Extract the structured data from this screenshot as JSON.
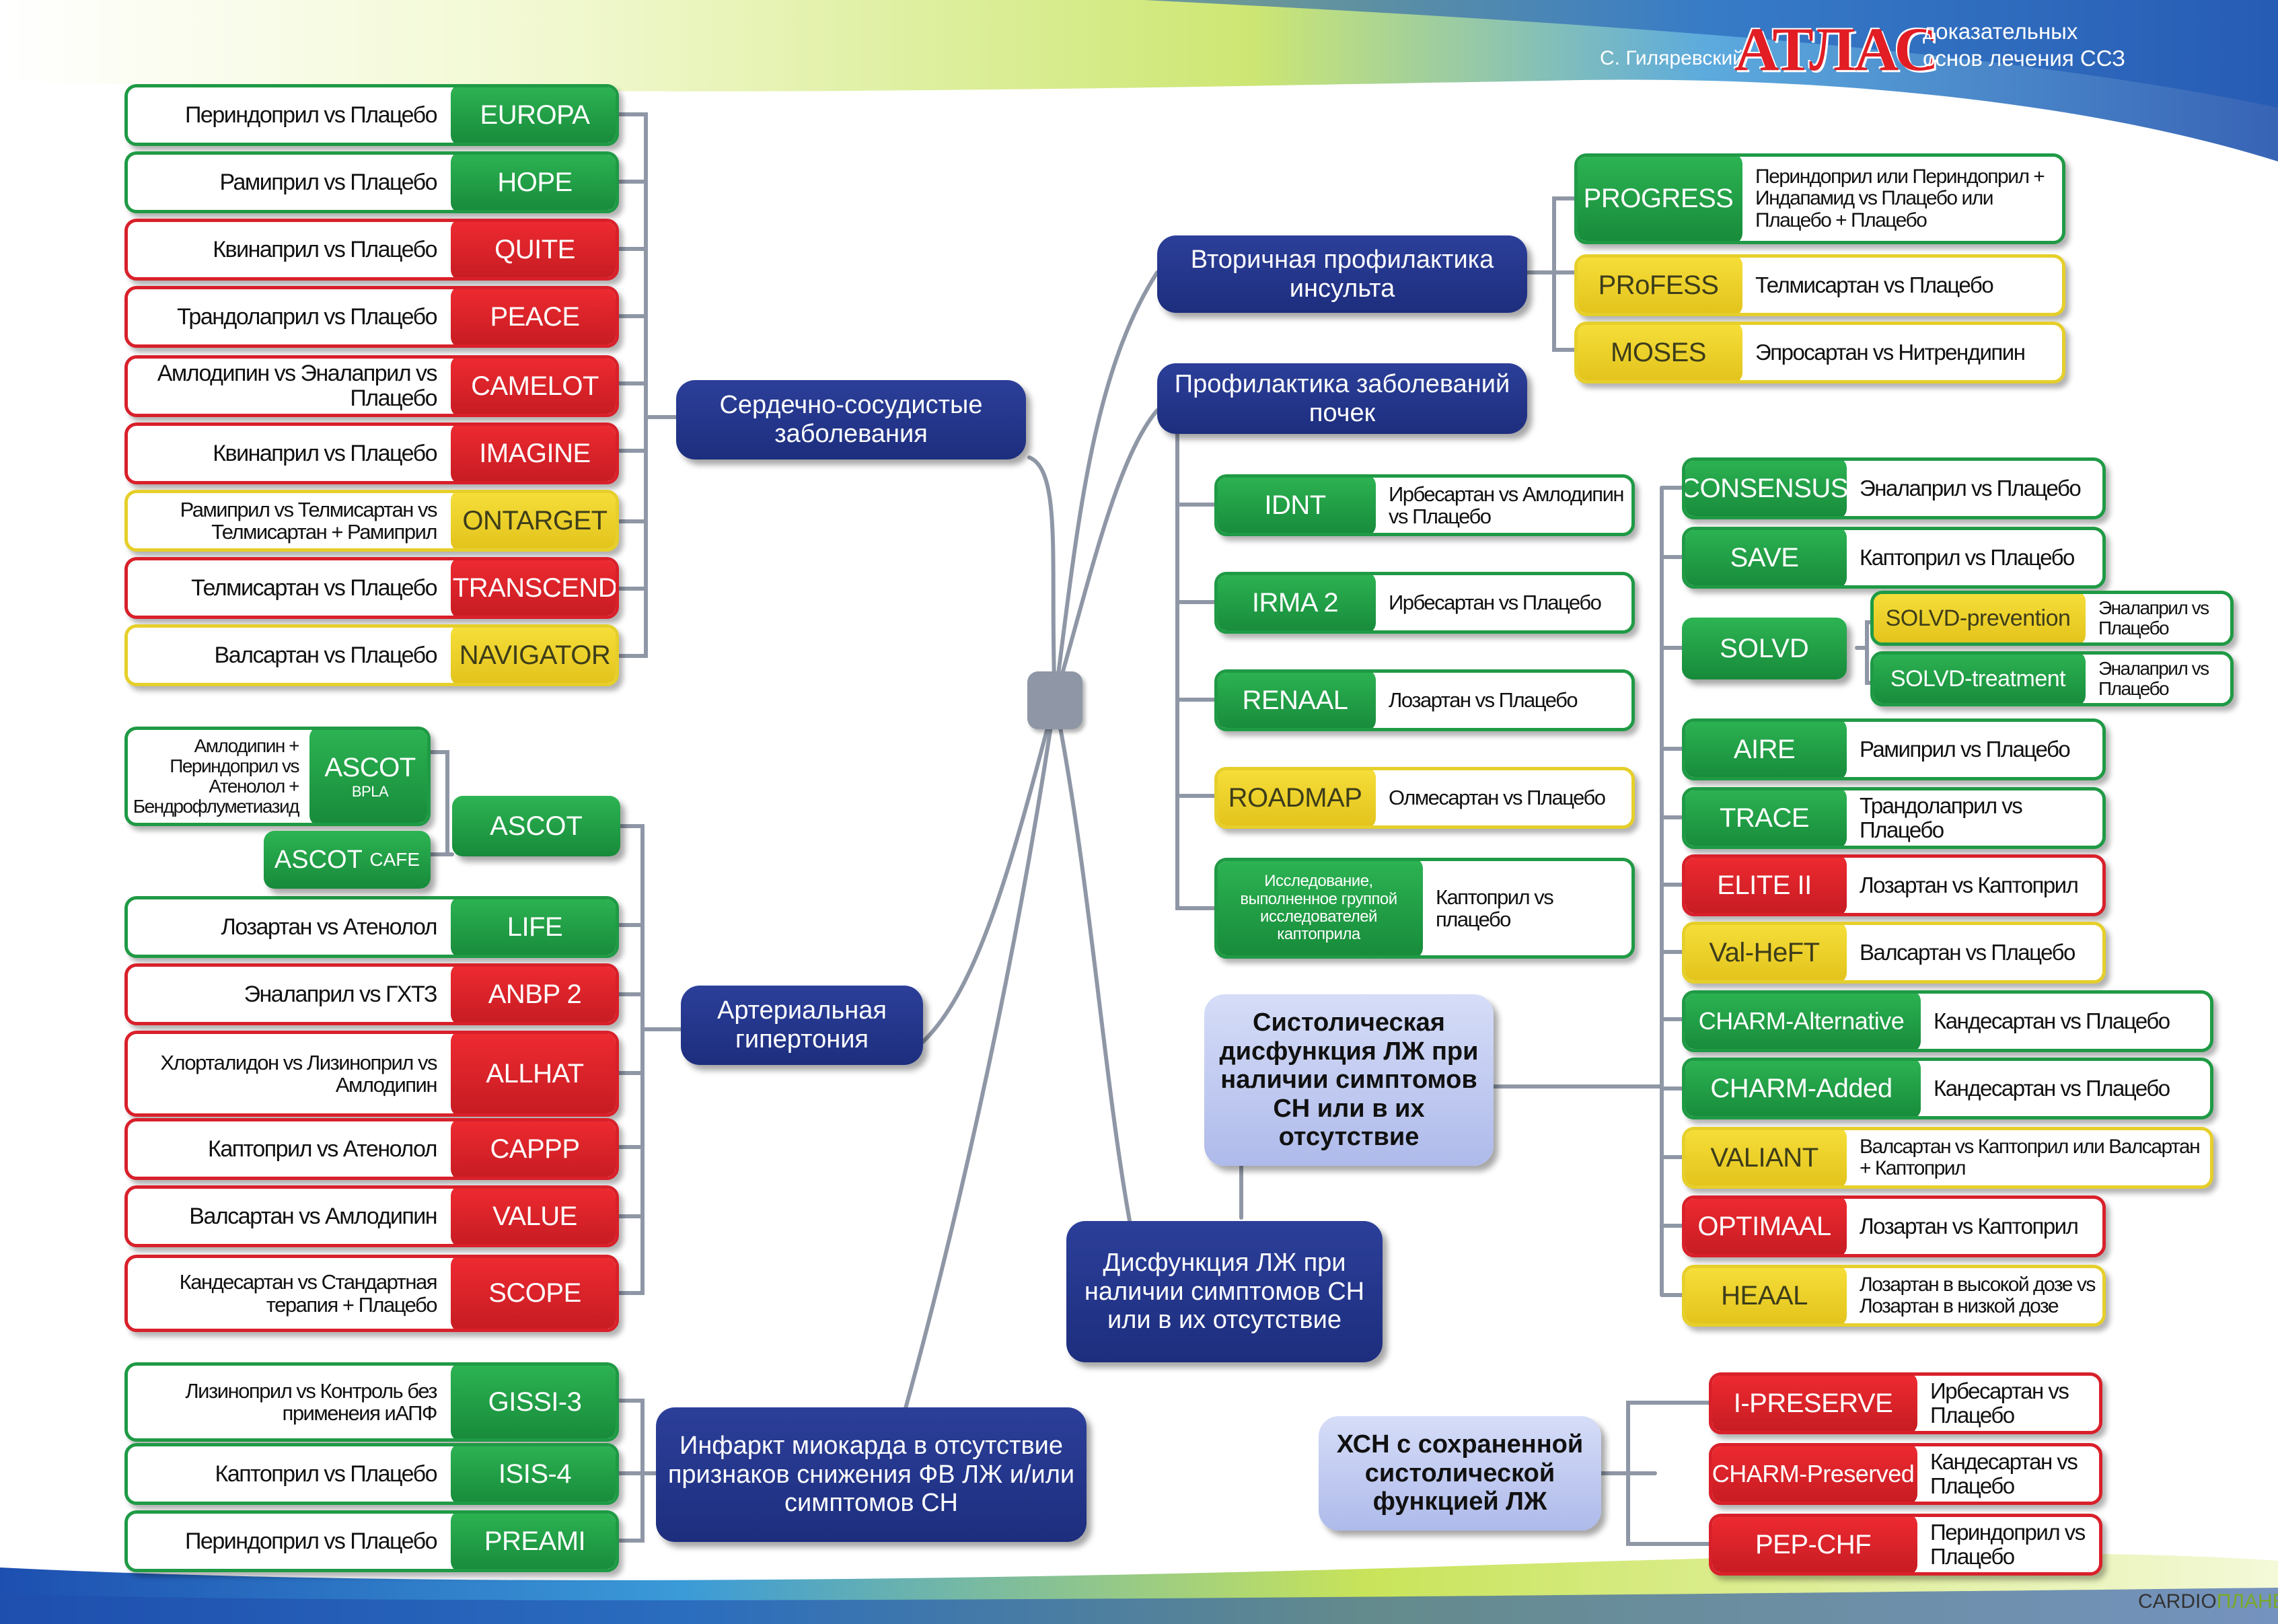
{
  "header": {
    "author": "С. Гиляревский",
    "logo": "АТЛАС",
    "subtitle_line1": "доказательных",
    "subtitle_line2": "основ лечения ССЗ"
  },
  "footer": {
    "brand_a": "CARDIO",
    "brand_b": "ПЛАНЕТА"
  },
  "colors": {
    "green": "#1f9a45",
    "red": "#d9202a",
    "yellow": "#e6cf2a",
    "hub": "#1d2e7e",
    "light_hub": "#b8c3ef",
    "line": "#8f97a6"
  },
  "hubs": {
    "cvd": "Сердечно-сосудистые заболевания",
    "ah": "Артериальная гипертония",
    "mi": "Инфаркт миокарда в отсутствие признаков снижения ФВ ЛЖ и/или симптомов СН",
    "stroke": "Вторичная профилактика инсульта",
    "kidney": "Профилактика заболеваний почек",
    "lvsd": "Систолическая дисфункция ЛЖ при наличии симптомов СН или в их отсутствие",
    "lvd": "Дисфункция ЛЖ при наличии симптомов СН или в их отсутствие",
    "hfpef": "ХСН с сохраненной систолической функцией ЛЖ"
  },
  "cvd_trials": [
    {
      "tag": "EUROPA",
      "text": "Периндоприл vs  Плацебо",
      "color": "g"
    },
    {
      "tag": "HOPE",
      "text": "Рамиприл vs Плацебо",
      "color": "g"
    },
    {
      "tag": "QUITE",
      "text": "Квинаприл vs Плацебо",
      "color": "r"
    },
    {
      "tag": "PEACE",
      "text": "Трандолаприл vs Плацебо",
      "color": "r"
    },
    {
      "tag": "CAMELOT",
      "text": "Амлодипин vs Эналаприл vs Плацебо",
      "color": "r"
    },
    {
      "tag": "IMAGINE",
      "text": "Квинаприл vs Плацебо",
      "color": "r"
    },
    {
      "tag": "ONTARGET",
      "text": "Рамиприл vs Телмисартан vs Телмисартан + Рамиприл",
      "color": "y"
    },
    {
      "tag": "TRANSCEND",
      "text": "Телмисартан vs Плацебо",
      "color": "r"
    },
    {
      "tag": "NAVIGATOR",
      "text": "Валсартан vs Плацебо",
      "color": "y"
    }
  ],
  "ascot": {
    "tag": "ASCOT",
    "bpla_tag": "ASCOT",
    "bpla_sub": "BPLA",
    "bpla_text": "Амлодипин + Периндоприл vs Атенолол + Бендрофлуметиазид",
    "cafe_tag": "ASCOT",
    "cafe_sub": "CAFE"
  },
  "ah_trials": [
    {
      "tag": "LIFE",
      "text": "Лозартан vs Атенолол",
      "color": "g"
    },
    {
      "tag": "ANBP 2",
      "text": "Эналаприл vs  ГХТЗ",
      "color": "r"
    },
    {
      "tag": "ALLHAT",
      "text": "Хлорталидон vs Лизиноприл vs Амлодипин",
      "color": "r"
    },
    {
      "tag": "CAPPP",
      "text": "Каптоприл vs Атенолол",
      "color": "r"
    },
    {
      "tag": "VALUE",
      "text": "Валсартан vs Амлодипин",
      "color": "r"
    },
    {
      "tag": "SCOPE",
      "text": "Кандесартан vs Стандартная терапия + Плацебо",
      "color": "r"
    }
  ],
  "mi_trials": [
    {
      "tag": "GISSI-3",
      "text": "Лизиноприл vs Контроль без применеия иАПФ",
      "color": "g"
    },
    {
      "tag": "ISIS-4",
      "text": "Каптоприл vs Плацебо",
      "color": "g"
    },
    {
      "tag": "PREAMI",
      "text": "Периндоприл vs Плацебо",
      "color": "g"
    }
  ],
  "stroke_trials": [
    {
      "tag": "PROGRESS",
      "text": "Периндоприл или Периндоприл + Индапамид vs Плацебо или Плацебо + Плацебо",
      "color": "g"
    },
    {
      "tag": "PRoFESS",
      "text": "Телмисартан vs Плацебо",
      "color": "y"
    },
    {
      "tag": "MOSES",
      "text": "Эпросартан vs Нитрендипин",
      "color": "y"
    }
  ],
  "kidney_trials": [
    {
      "tag": "IDNT",
      "text": "Ирбесартан vs Амлодипин vs Плацебо",
      "color": "g"
    },
    {
      "tag": "IRMA 2",
      "text": "Ирбесартан vs Плацебо",
      "color": "g"
    },
    {
      "tag": "RENAAL",
      "text": "Лозартан vs Плацебо",
      "color": "g"
    },
    {
      "tag": "ROADMAP",
      "text": "Олмесартан vs Плацебо",
      "color": "y"
    },
    {
      "tag": "Исследование, выполненное группой исследователей каптоприла",
      "text": "Каптоприл vs плацебо",
      "color": "g"
    }
  ],
  "lvsd_trials": [
    {
      "tag": "CONSENSUS",
      "text": "Эналаприл vs Плацебо",
      "color": "g"
    },
    {
      "tag": "SAVE",
      "text": "Каптоприл vs Плацебо",
      "color": "g"
    },
    {
      "tag": "SOLVD",
      "text": "",
      "color": "g"
    },
    {
      "tag": "AIRE",
      "text": "Рамиприл vs Плацебо",
      "color": "g"
    },
    {
      "tag": "TRACE",
      "text": "Трандолаприл vs Плацебо",
      "color": "g"
    },
    {
      "tag": "ELITE II",
      "text": "Лозартан vs Каптоприл",
      "color": "r"
    },
    {
      "tag": "Val-HeFT",
      "text": "Валсартан vs Плацебо",
      "color": "y"
    },
    {
      "tag": "CHARM-Alternative",
      "text": "Кандесартан vs Плацебо",
      "color": "g"
    },
    {
      "tag": "CHARM-Added",
      "text": "Кандесартан vs Плацебо",
      "color": "g"
    },
    {
      "tag": "VALIANT",
      "text": "Валсартан vs Каптоприл или Валсартан + Каптоприл",
      "color": "y"
    },
    {
      "tag": "OPTIMAAL",
      "text": "Лозартан vs Каптоприл",
      "color": "r"
    },
    {
      "tag": "HEAAL",
      "text": "Лозартан в высокой дозе vs Лозартан в низкой дозе",
      "color": "y"
    }
  ],
  "solvd_sub": [
    {
      "tag": "SOLVD-prevention",
      "text": "Эналаприл vs Плацебо",
      "color": "g"
    },
    {
      "tag": "SOLVD-treatment",
      "text": "Эналаприл vs Плацебо",
      "color": "g"
    }
  ],
  "hfpef_trials": [
    {
      "tag": "I-PRESERVE",
      "text": "Ирбесартан vs Плацебо",
      "color": "r"
    },
    {
      "tag": "CHARM-Preserved",
      "text": "Кандесартан vs Плацебо",
      "color": "r"
    },
    {
      "tag": "PEP-CHF",
      "text": "Периндоприл vs Плацебо",
      "color": "r"
    }
  ]
}
